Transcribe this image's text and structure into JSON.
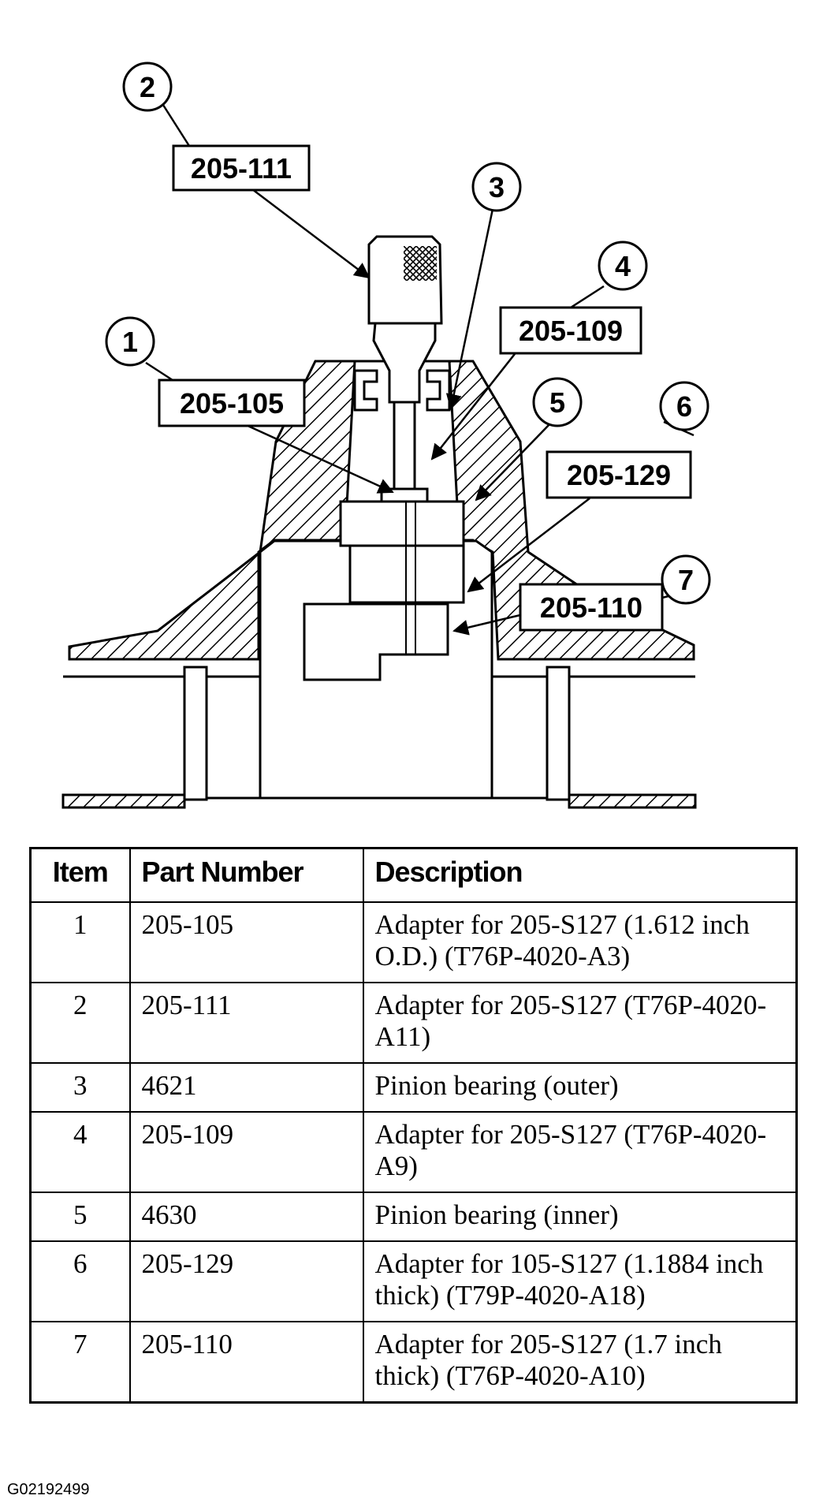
{
  "callouts": [
    {
      "item": "1",
      "part": "205-105"
    },
    {
      "item": "2",
      "part": "205-111"
    },
    {
      "item": "3",
      "part": ""
    },
    {
      "item": "4",
      "part": "205-109"
    },
    {
      "item": "5",
      "part": ""
    },
    {
      "item": "6",
      "part": "205-129"
    },
    {
      "item": "7",
      "part": "205-110"
    }
  ],
  "table": {
    "headers": {
      "item": "Item",
      "part_number": "Part Number",
      "description": "Description"
    },
    "rows": [
      {
        "item": "1",
        "part_number": "205-105",
        "description": "Adapter for 205-S127 (1.612 inch O.D.) (T76P-4020-A3)"
      },
      {
        "item": "2",
        "part_number": "205-111",
        "description": "Adapter for 205-S127 (T76P-4020-A11)"
      },
      {
        "item": "3",
        "part_number": "4621",
        "description": "Pinion bearing (outer)"
      },
      {
        "item": "4",
        "part_number": "205-109",
        "description": "Adapter for 205-S127 (T76P-4020-A9)"
      },
      {
        "item": "5",
        "part_number": "4630",
        "description": "Pinion bearing (inner)"
      },
      {
        "item": "6",
        "part_number": "205-129",
        "description": "Adapter for 105-S127 (1.1884 inch thick) (T79P-4020-A18)"
      },
      {
        "item": "7",
        "part_number": "205-110",
        "description": "Adapter for 205-S127 (1.7 inch thick) (T76P-4020-A10)"
      }
    ]
  },
  "figure_code": "G02192499"
}
